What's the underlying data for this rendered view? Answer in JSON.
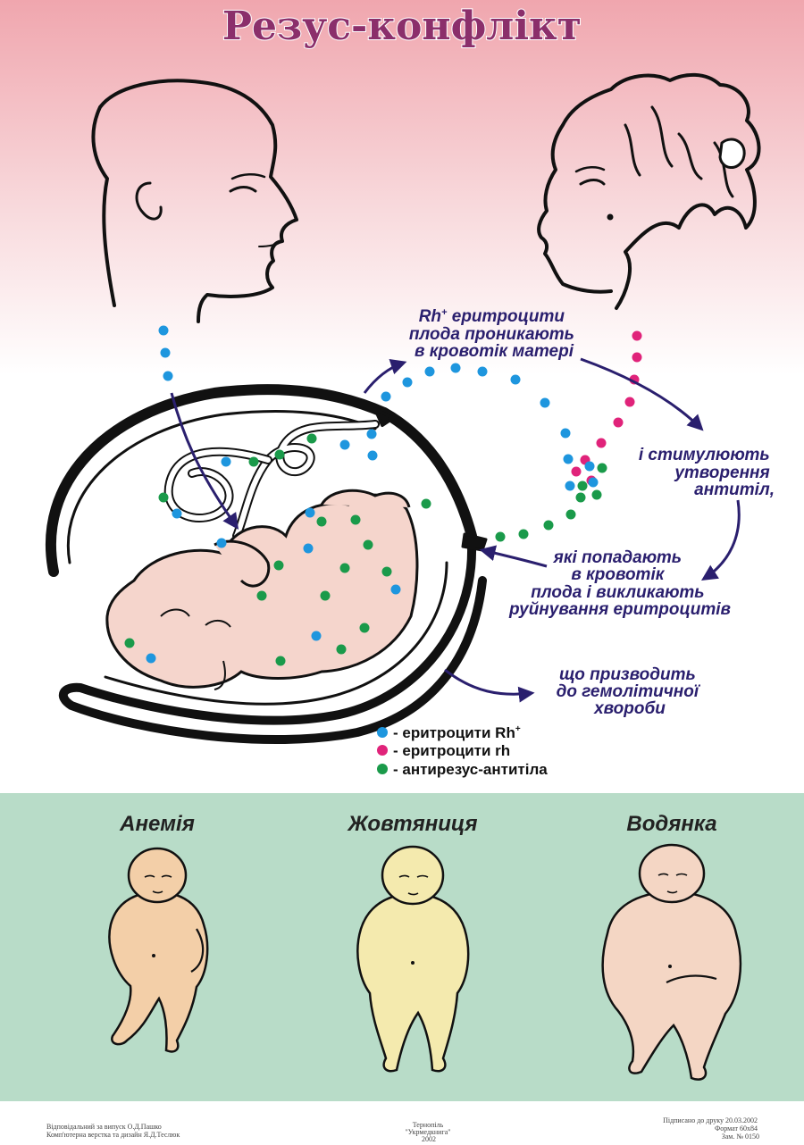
{
  "title": "Резус-конфлікт",
  "annotations": {
    "step1": [
      "Rh",
      "+",
      " еритроцити",
      "плода проникають",
      "в кровотік матері"
    ],
    "step2": [
      "і стимулюють",
      "утворення",
      "антитіл,"
    ],
    "step3": [
      "які попадають",
      "в кровотік",
      "плода і викликають",
      "руйнування еритроцитів"
    ],
    "step4": [
      "що призводить",
      "до гемолітичної",
      "хвороби"
    ]
  },
  "legend": [
    {
      "label_main": "- еритроцити Rh",
      "label_sup": "+",
      "color": "#1e96de"
    },
    {
      "label_main": "- еритроцити rh",
      "label_sup": "",
      "color": "#e0237a"
    },
    {
      "label_main": "- антирезус-антитіла",
      "label_sup": "",
      "color": "#1a9a4a"
    }
  ],
  "conditions": [
    {
      "label": "Анемія",
      "skin": "#f3cfa8"
    },
    {
      "label": "Жовтяниця",
      "skin": "#f4eaae"
    },
    {
      "label": "Водянка",
      "skin": "#f4d6c4"
    }
  ],
  "footer": {
    "left": [
      "Відповідальний за випуск О.Д.Пашко",
      "Комп'ютерна верстка та дизайн Я.Д.Теслюк"
    ],
    "center": [
      "Тернопіль",
      "\"Укрмедкнига\"",
      "2002"
    ],
    "right": [
      "Підписано до друку 20.03.2002",
      "Формат 60х84",
      "Зам. № 0150"
    ]
  },
  "colors": {
    "title": "#8b2f6b",
    "arrow": "#2a1f6e",
    "rh_positive": "#1e96de",
    "rh_negative": "#e0237a",
    "antibody": "#1a9a4a",
    "top_gradient": "#f0a8b0",
    "bottom_panel": "#b8dcc8",
    "fetus_skin": "#f5d5cc"
  }
}
